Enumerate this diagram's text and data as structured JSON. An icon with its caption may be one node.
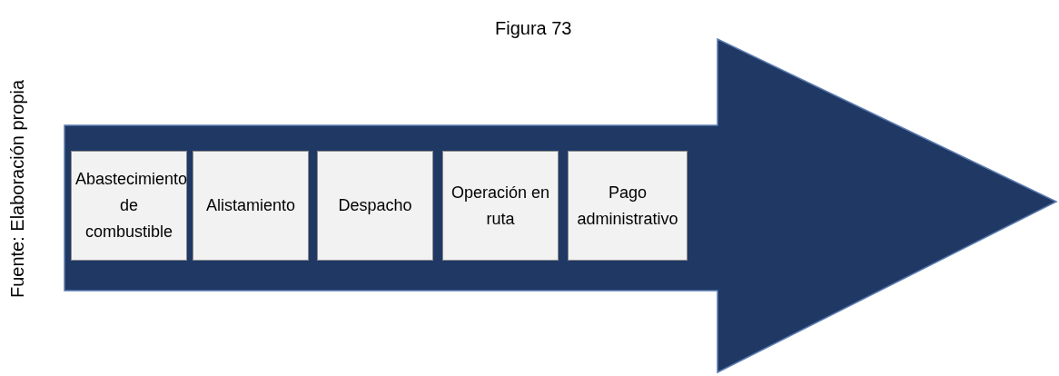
{
  "diagram": {
    "title": "Figura 73",
    "caption": "Fuente: Elaboración propia",
    "nodes": [
      {
        "text": [],
        "shape": "arrow"
      },
      {
        "text": [
          "Abastecimiento de combustible"
        ],
        "in": 0
      },
      {
        "text": [
          "Alistamiento"
        ],
        "in": 0
      },
      {
        "text": [
          "Despacho"
        ],
        "in": 0
      },
      {
        "text": [
          "Operación en ruta"
        ],
        "in": 0
      },
      {
        "text": [
          "Pago administrativo"
        ],
        "in": 0
      }
    ]
  }
}
